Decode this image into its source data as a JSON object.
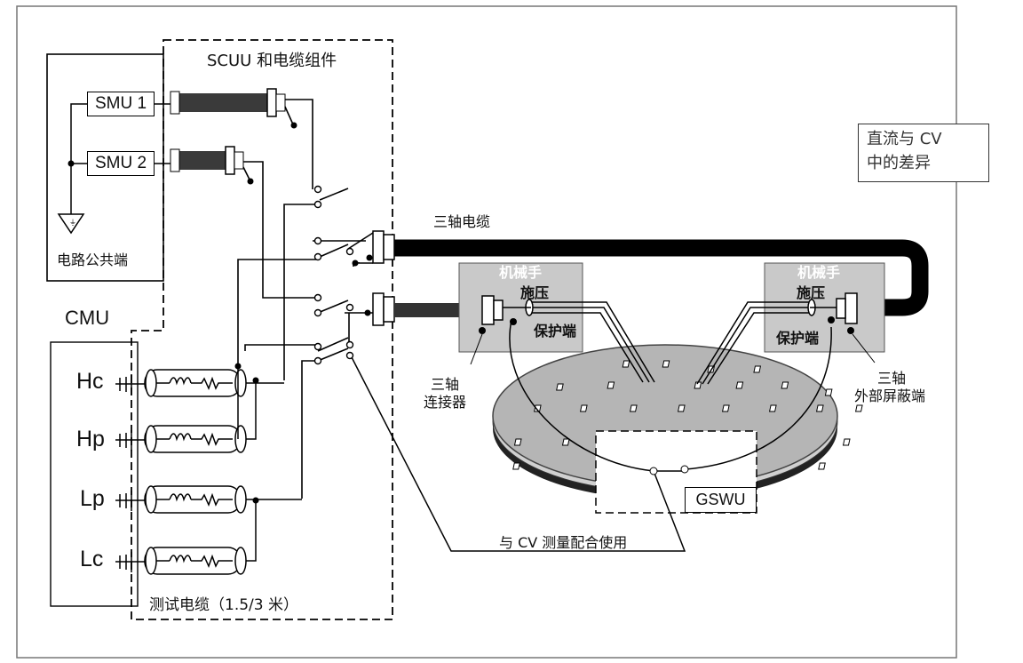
{
  "scuu_label": "SCUU 和电缆组件",
  "smu1_label": "SMU 1",
  "smu2_label": "SMU 2",
  "circuit_common_label": "电路公共端",
  "cmu_label": "CMU",
  "ports": [
    "Hc",
    "Hp",
    "Lp",
    "Lc"
  ],
  "triax_cable_label": "三轴电缆",
  "manipulator_left": {
    "title": "机械手",
    "force": "施压",
    "guard": "保护端"
  },
  "manipulator_right": {
    "title": "机械手",
    "force": "施压",
    "guard": "保护端"
  },
  "triax_connector_label": [
    "三轴",
    "连接器"
  ],
  "triax_outer_shield_label": [
    "三轴",
    "外部屏蔽端"
  ],
  "dc_cv_diff_label": [
    "直流与 CV",
    "中的差异"
  ],
  "gswu_label": "GSWU",
  "cv_use_label": "与 CV 测量配合使用",
  "test_cable_label": "测试电缆（1.5/3 米）"
}
